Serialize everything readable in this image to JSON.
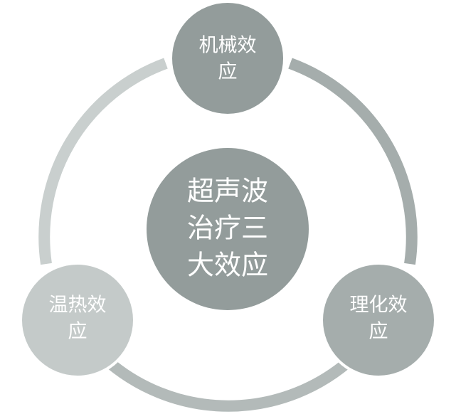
{
  "center": {
    "lines": [
      "超声波",
      "治疗三",
      "大效应"
    ],
    "color": "#939c9b"
  },
  "nodes": [
    {
      "id": "mechanical",
      "lines": [
        "机械效",
        "应"
      ],
      "color": "#939c9b"
    },
    {
      "id": "physicochemical",
      "lines": [
        "理化效",
        "应"
      ],
      "color": "#a5adac"
    },
    {
      "id": "thermal",
      "lines": [
        "温热效",
        "应"
      ],
      "color": "#c4cac9"
    }
  ],
  "ring": {
    "colors": [
      "#a5adac",
      "#b3bab9",
      "#c9cfce"
    ]
  }
}
